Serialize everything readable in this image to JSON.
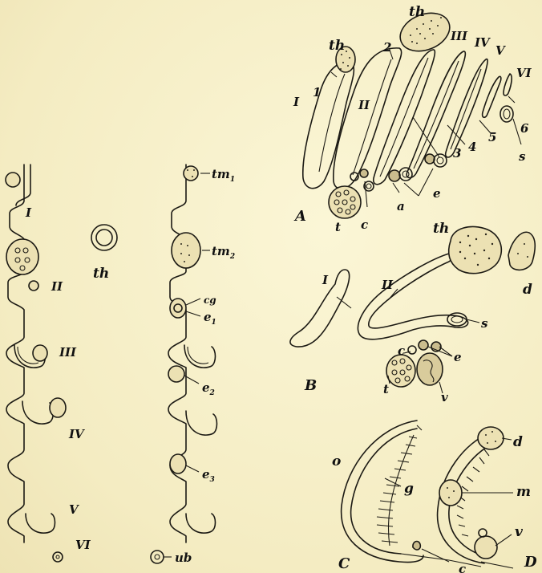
{
  "figure": {
    "panel_A": {
      "panel": "A",
      "arches": [
        "I",
        "II",
        "III",
        "IV",
        "V",
        "VI"
      ],
      "pouches": [
        "1",
        "2",
        "3",
        "4",
        "5",
        "6"
      ],
      "labels": {
        "th_small": "th",
        "th_large": "th",
        "a": "a",
        "c": "c",
        "e": "e",
        "t": "t",
        "s": "s"
      }
    },
    "panel_B": {
      "panel": "B",
      "arches": [
        "I",
        "II"
      ],
      "labels": {
        "th": "th",
        "d": "d",
        "s": "s",
        "c": "c",
        "e": "e",
        "t": "t",
        "v": "v"
      }
    },
    "panel_C": {
      "panel": "C",
      "labels": {
        "o": "o",
        "g": "g"
      }
    },
    "panel_D": {
      "panel": "D",
      "labels": {
        "d": "d",
        "m": "m",
        "v": "v",
        "c": "c"
      }
    },
    "left_series": {
      "arches": [
        "I",
        "II",
        "III",
        "IV",
        "V",
        "VI"
      ],
      "th": "th"
    },
    "right_series": {
      "tm": "tm",
      "tm1_sub": "1",
      "tm2_sub": "2",
      "cg": "cg",
      "e": "e",
      "e1_sub": "1",
      "e2_sub": "2",
      "e3_sub": "3",
      "ub": "ub"
    }
  }
}
